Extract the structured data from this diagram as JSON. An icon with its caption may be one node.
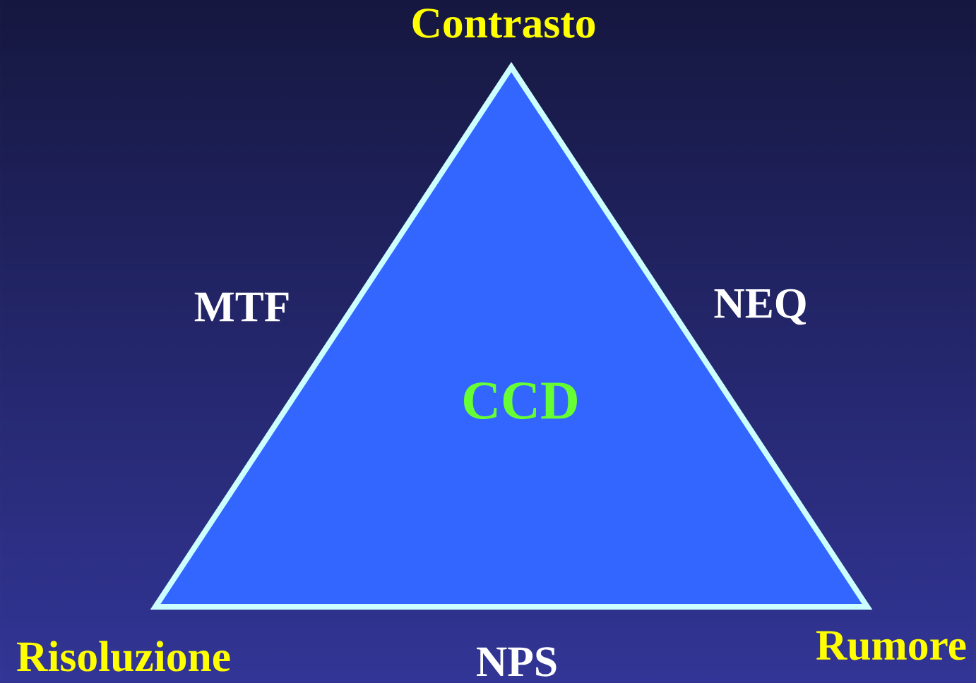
{
  "diagram": {
    "nodes": [
      {
        "text": [
          "CCD"
        ]
      }
    ],
    "labels": [
      "Contrasto",
      "MTF",
      "NEQ",
      "Risoluzione",
      "Rumore",
      "NPS"
    ]
  }
}
